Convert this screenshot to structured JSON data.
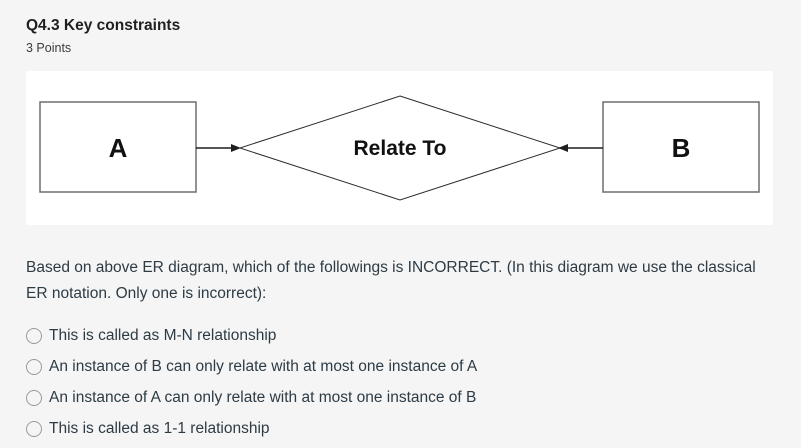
{
  "colors": {
    "page_background": "#f5f5f5",
    "panel_background": "#ffffff",
    "body_text": "#2d3b45",
    "title_text": "#1f1f1f",
    "entity_border": "#6e6e6e",
    "diagram_line": "#1f1f1f",
    "radio_border": "#9a9a9a"
  },
  "header": {
    "title": "Q4.3 Key constraints",
    "points": "3 Points"
  },
  "diagram": {
    "entity_a_label": "A",
    "entity_b_label": "B",
    "relationship_label": "Relate To",
    "arrow_a_direction": "from A into relationship diamond",
    "arrow_b_direction": "from B into relationship diamond"
  },
  "question": {
    "text": "Based on above ER diagram, which of the followings is INCORRECT. (In this diagram we use the classical ER notation. Only one is incorrect):"
  },
  "options": [
    {
      "label": "This is called as M-N relationship",
      "selected": false
    },
    {
      "label": "An instance of B can only relate with at most one instance of A",
      "selected": false
    },
    {
      "label": "An instance of A can only relate with at most one instance of B",
      "selected": false
    },
    {
      "label": "This is called as 1-1 relationship",
      "selected": false
    }
  ]
}
